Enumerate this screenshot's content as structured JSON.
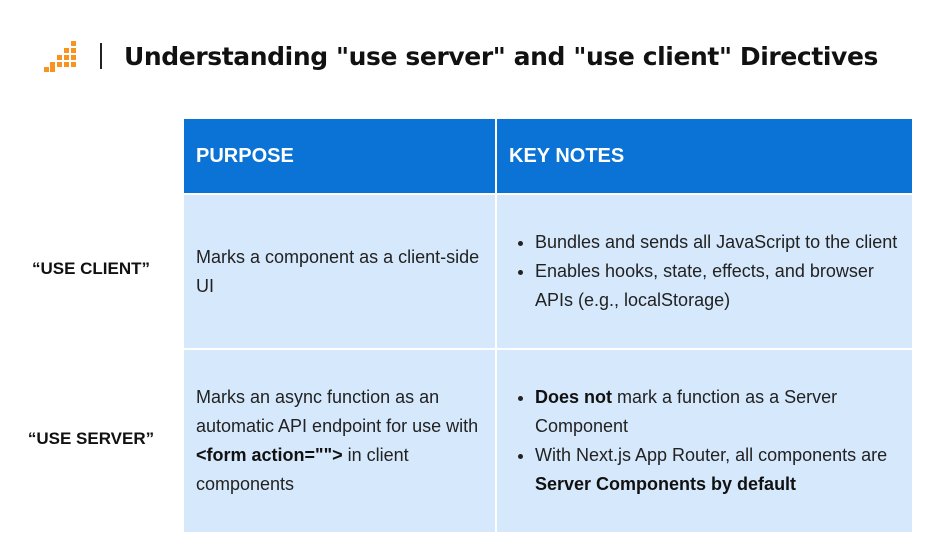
{
  "header": {
    "title": "Understanding \"use server\" and \"use client\" Directives",
    "logo_icon": "bar-steps-logo-icon",
    "accent_color": "#f7931e"
  },
  "table": {
    "columns": [
      "PURPOSE",
      "KEY NOTES"
    ],
    "header_color": "#0b72d6",
    "cell_color": "#d6e8fb",
    "rows": [
      {
        "label": "“USE CLIENT”",
        "purpose": [
          {
            "text": "Marks a component as a client-side UI"
          }
        ],
        "notes": [
          [
            {
              "text": "Bundles and sends all JavaScript to the client"
            }
          ],
          [
            {
              "text": "Enables hooks, state, effects, and browser APIs (e.g., localStorage)"
            }
          ]
        ]
      },
      {
        "label": "“USE SERVER”",
        "purpose": [
          {
            "text": "Marks an async function as an automatic API endpoint for use with "
          },
          {
            "text": "<form action=\"\">",
            "bold": true
          },
          {
            "text": " in client components"
          }
        ],
        "notes": [
          [
            {
              "text": "Does not",
              "bold": true
            },
            {
              "text": " mark a function as a Server Component"
            }
          ],
          [
            {
              "text": "With Next.js App Router, all components are "
            },
            {
              "text": "Server Components by default",
              "bold": true
            }
          ]
        ]
      }
    ]
  }
}
